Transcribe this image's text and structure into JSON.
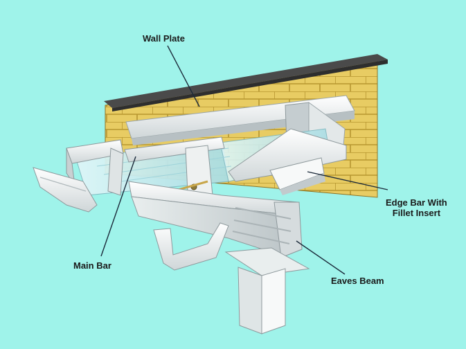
{
  "labels": {
    "wall_plate": "Wall Plate",
    "edge_bar_line1": "Edge Bar With",
    "edge_bar_line2": "Fillet Insert",
    "main_bar": "Main Bar",
    "eaves_beam": "Eaves Beam"
  },
  "colors": {
    "background": "#9ff3ea",
    "brick": "#e8cc63",
    "mortar": "#b7962f",
    "coping": "#4a4a4a",
    "profile_white": "#f4f6f6",
    "profile_shade": "#c9d0d2",
    "glazing": "#c8eef2",
    "leader_line": "#1b2a3a"
  }
}
